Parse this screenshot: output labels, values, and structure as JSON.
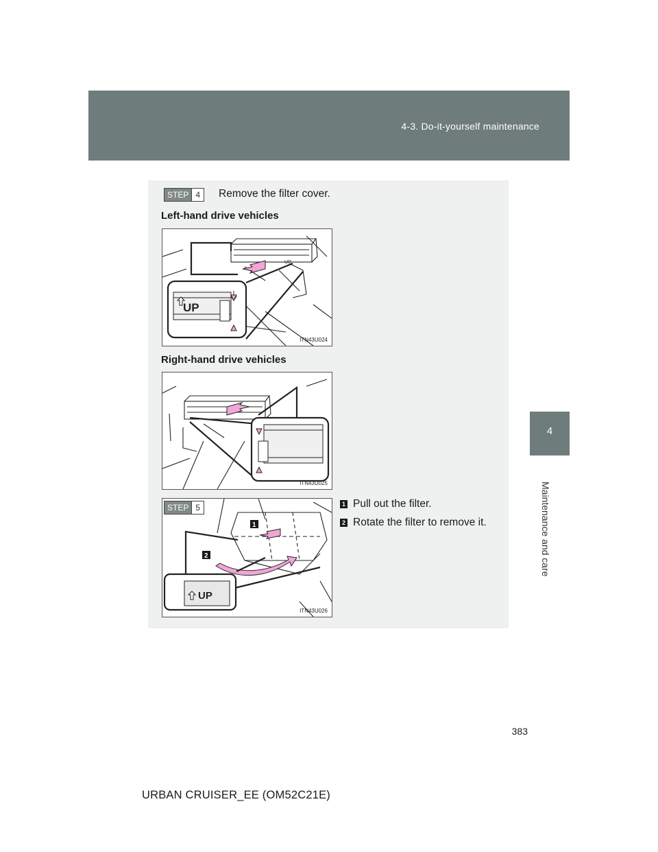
{
  "header": {
    "section": "4-3. Do-it-yourself maintenance"
  },
  "side_tab": {
    "number": "4",
    "label": "Maintenance and care"
  },
  "step4": {
    "badge": "STEP",
    "number": "4",
    "text": "Remove the filter cover.",
    "lhd_heading": "Left-hand drive vehicles",
    "lhd_figure_code": "ITN43U024",
    "rhd_heading": "Right-hand drive vehicles",
    "rhd_figure_code": "ITN43U025"
  },
  "step5": {
    "badge": "STEP",
    "number": "5",
    "figure_code": "ITN43U026",
    "callouts": [
      {
        "marker": "1",
        "text": "Pull out the filter."
      },
      {
        "marker": "2",
        "text": "Rotate the filter to remove it."
      }
    ]
  },
  "figure_labels": {
    "up": "UP"
  },
  "page_number": "383",
  "footer": {
    "model": "URBAN CRUISER_EE (OM52C21E)"
  },
  "colors": {
    "header_band": "#6e7c7b",
    "panel": "#eff0f0",
    "arrow": "#f1a6d6"
  }
}
